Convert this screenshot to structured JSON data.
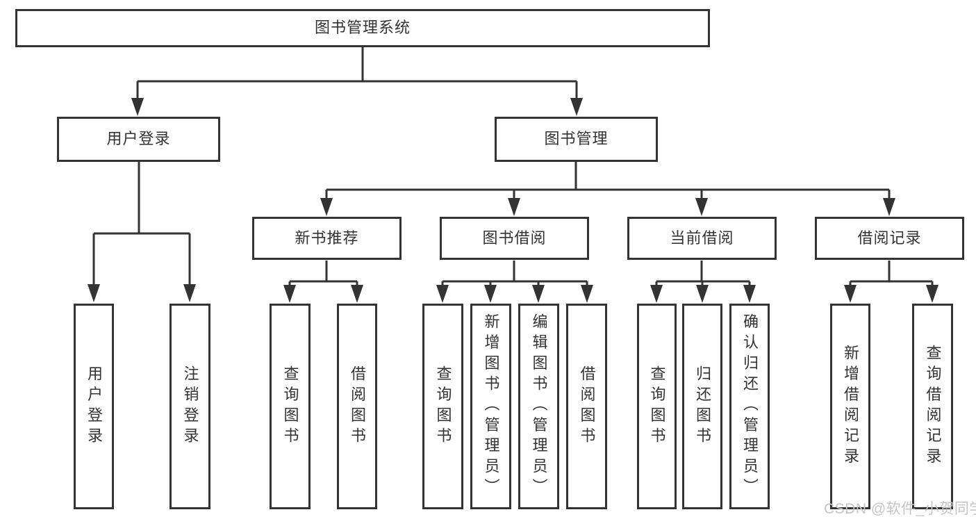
{
  "diagram_title": "图书管理系统",
  "tree": {
    "root": {
      "label": "图书管理系统"
    },
    "branches": [
      {
        "label": "用户登录",
        "children": [
          {
            "label": "用户登录"
          },
          {
            "label": "注销登录"
          }
        ]
      },
      {
        "label": "图书管理",
        "children": [
          {
            "label": "新书推荐",
            "children": [
              {
                "label": "查询图书"
              },
              {
                "label": "借阅图书"
              }
            ]
          },
          {
            "label": "图书借阅",
            "children": [
              {
                "label": "查询图书"
              },
              {
                "label": "新增图书（管理员）"
              },
              {
                "label": "编辑图书（管理员）"
              },
              {
                "label": "借阅图书"
              }
            ]
          },
          {
            "label": "当前借阅",
            "children": [
              {
                "label": "查询图书"
              },
              {
                "label": "归还图书"
              },
              {
                "label": "确认归还（管理员）"
              }
            ]
          },
          {
            "label": "借阅记录",
            "children": [
              {
                "label": "新增借阅记录"
              },
              {
                "label": "查询借阅记录"
              }
            ]
          }
        ]
      }
    ]
  },
  "watermark": "CSDN @软件_小贺同学",
  "colors": {
    "line": "#333333",
    "box_border": "#333333",
    "text": "#333333",
    "watermark": "#c5c5c5",
    "background": "#ffffff"
  }
}
